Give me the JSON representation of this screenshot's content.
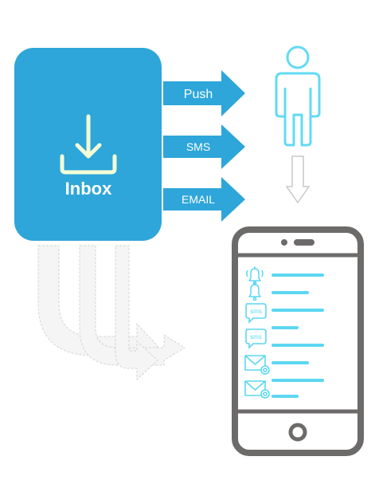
{
  "inbox": {
    "label": "Inbox",
    "icon": "download-icon",
    "color": "#2ea6d9",
    "icon_color": "#f4ffd6"
  },
  "channels": [
    {
      "label": "Push"
    },
    {
      "label": "SMS"
    },
    {
      "label": "EMAIL"
    }
  ],
  "channel_arrow_color": "#2ea6d9",
  "person": {
    "icon": "person-icon",
    "color": "#62dbf2"
  },
  "phone": {
    "icon": "smartphone-icon",
    "frame_color": "#6d6a6a",
    "line_color": "#5cd7f2",
    "sms_badge": "sms",
    "notifications": [
      {
        "icon": "bell-icon"
      },
      {
        "icon": "bell-icon"
      },
      {
        "icon": "sms-bubble-icon"
      },
      {
        "icon": "sms-bubble-icon"
      },
      {
        "icon": "mail-icon"
      },
      {
        "icon": "mail-icon"
      }
    ]
  },
  "faded_arrows_color": "#d4d4d4"
}
